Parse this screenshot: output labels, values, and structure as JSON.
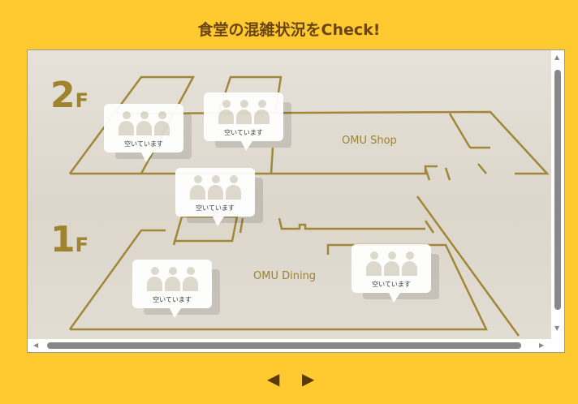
{
  "title": "食堂の混雑状況をCheck!",
  "floors": {
    "f2": {
      "num": "2",
      "f": "F"
    },
    "f1": {
      "num": "1",
      "f": "F"
    }
  },
  "rooms": {
    "shop": "OMU Shop",
    "dining": "OMU Dining"
  },
  "bubbles": [
    "空いています",
    "空いています",
    "空いています",
    "空いています",
    "空いています"
  ],
  "nav": {
    "prev": "◀",
    "next": "▶"
  },
  "scroll": {
    "up": "▲",
    "down": "▼",
    "left": "◀",
    "right": "▶"
  },
  "colors": {
    "background": "#ffc930",
    "line": "#a08838"
  }
}
